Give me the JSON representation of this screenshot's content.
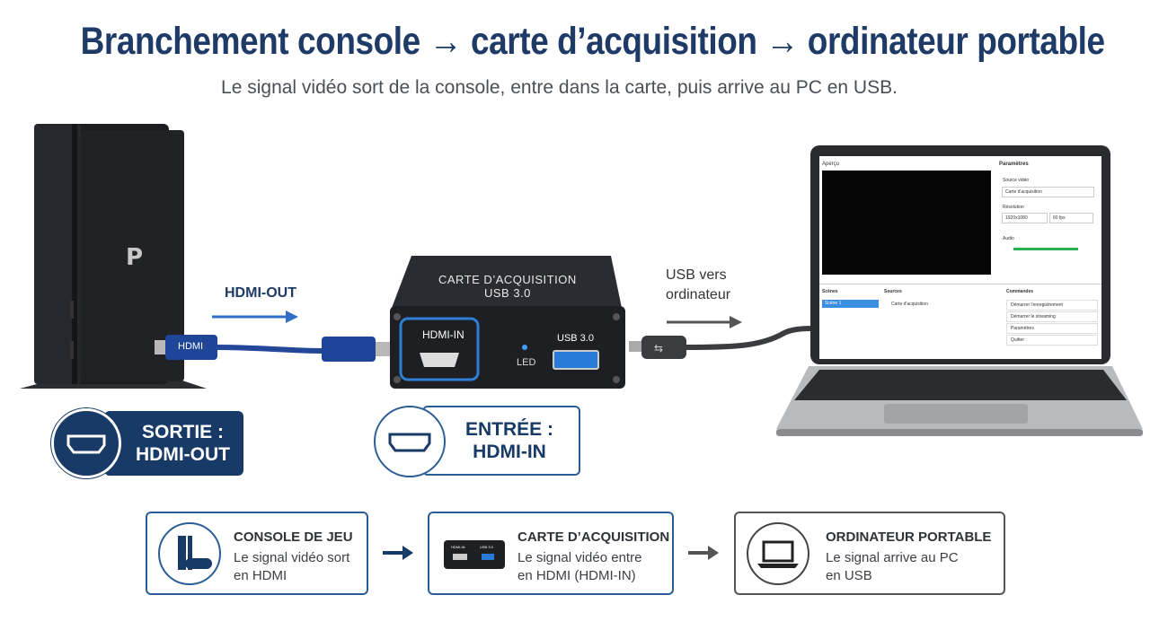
{
  "title": "Branchement console → carte d’acquisition → ordinateur portable",
  "subtitle": "Le signal vidéo sort de la console, entre dans la carte, puis arrive au PC en USB.",
  "labels": {
    "hdmi_out_arrow": "HDMI-OUT",
    "usb_arrow_line1": "USB vers",
    "usb_arrow_line2": "ordinateur",
    "cable_hdmi": "HDMI"
  },
  "capture_card": {
    "title_line1": "CARTE D’ACQUISITION",
    "title_line2": "USB 3.0",
    "port_hdmi_in": "HDMI-IN",
    "led": "LED",
    "port_usb": "USB 3.0"
  },
  "badges": {
    "sortie_line1": "SORTIE :",
    "sortie_line2": "HDMI-OUT",
    "entree_line1": "ENTRÉE :",
    "entree_line2": "HDMI-IN"
  },
  "app": {
    "preview_label": "Aperçu",
    "params_label": "Paramètres",
    "source_video_label": "Source vidéo",
    "source_video_value": "Carte d'acquisition",
    "resolution_label": "Résolution",
    "resolution_value": "1920x1080",
    "fps_value": "60 fps",
    "audio_label": "Audio",
    "scenes_label": "Scènes",
    "scene_item": "Scène 1",
    "sources_label": "Sources",
    "source_item": "Carte d'acquisition",
    "commands_label": "Commandes",
    "commands": [
      "Démarrer l'enregistrement",
      "Démarrer le streaming",
      "Paramètres",
      "Quitter"
    ]
  },
  "steps": [
    {
      "title": "CONSOLE DE JEU",
      "line1": "Le signal vidéo sort",
      "line2": "en HDMI",
      "icon": "console-icon"
    },
    {
      "title": "CARTE D’ACQUISITION",
      "line1": "Le signal vidéo entre",
      "line2": "en HDMI (HDMI-IN)",
      "icon": "capture-card-icon",
      "mini_hdmi": "HDMI-IN",
      "mini_usb": "USB 3.0"
    },
    {
      "title": "ORDINATEUR PORTABLE",
      "line1": "Le signal arrive au PC",
      "line2": "en USB",
      "icon": "laptop-icon"
    }
  ],
  "colors": {
    "navy": "#173a66",
    "blue": "#2a5d96",
    "cable": "#24479a"
  }
}
